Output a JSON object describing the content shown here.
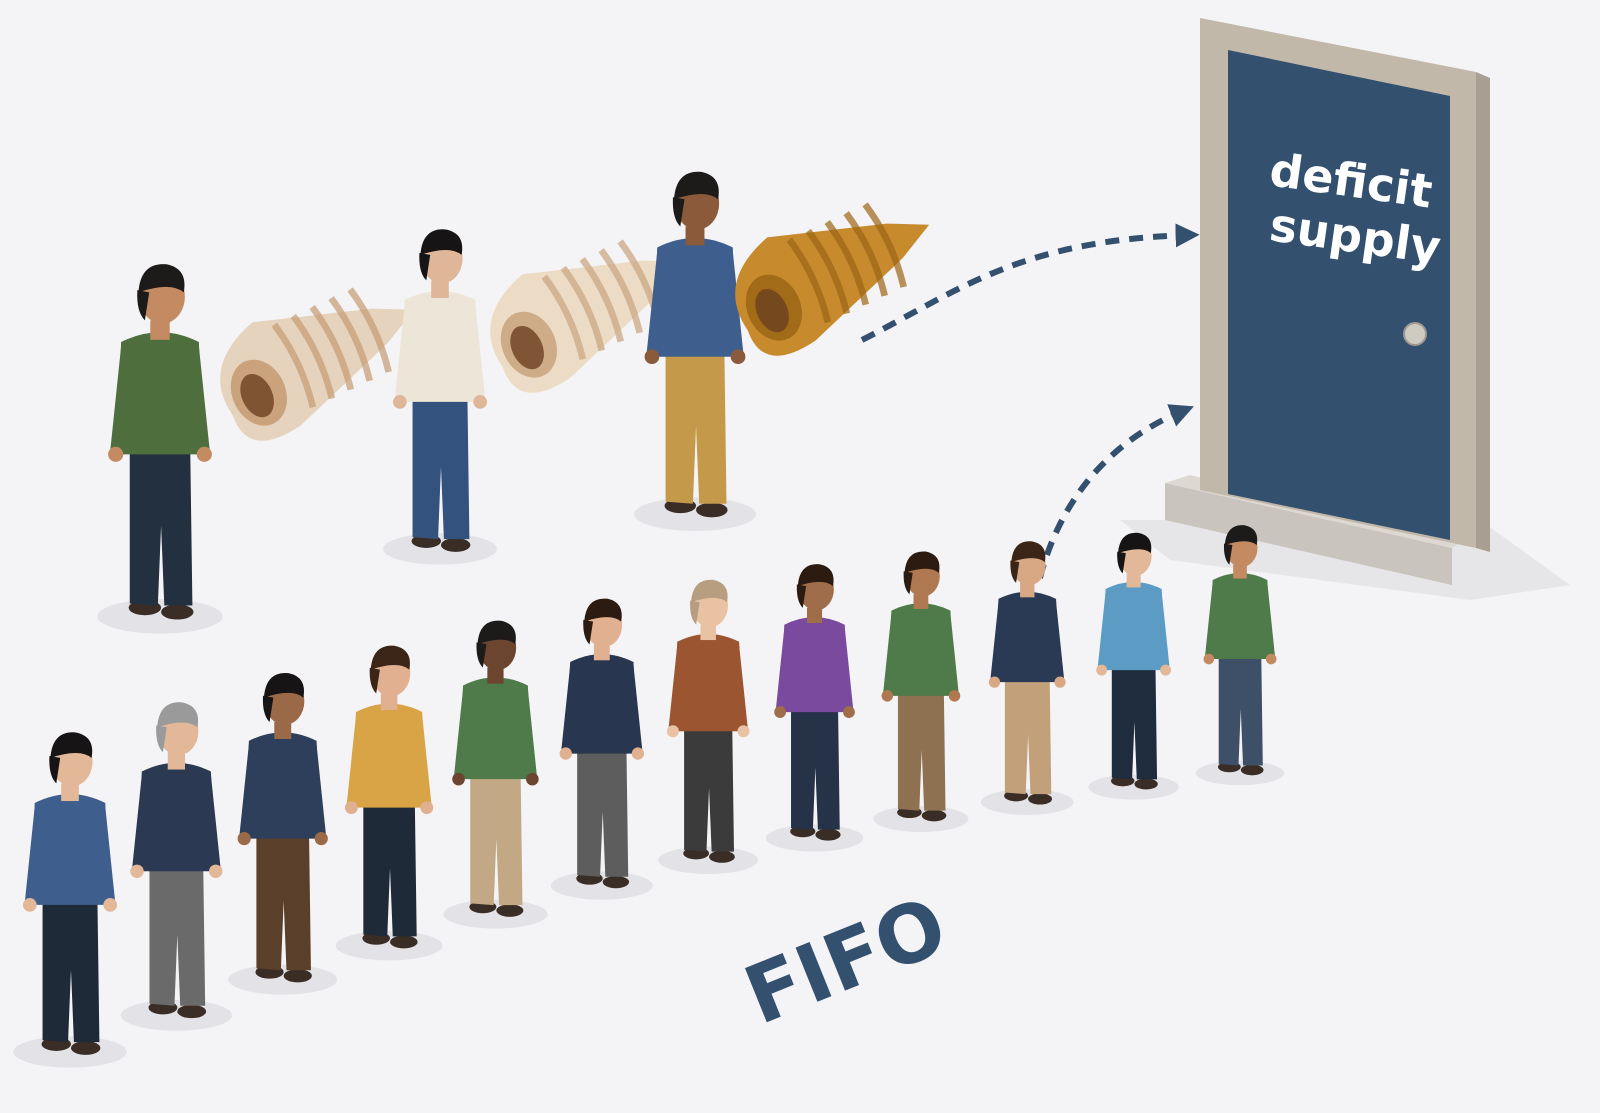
{
  "door": {
    "line1": "deficit",
    "line2": "supply",
    "panel_color": "#34506f",
    "frame_color": "#c2b8aa"
  },
  "label": {
    "text": "FIFO",
    "color": "#34506f"
  },
  "arrow_color": "#34506f",
  "shells": [
    {
      "color": "#e6d3bd",
      "stripe": "#c49a72",
      "holder_shirt": "#4e6e3e"
    },
    {
      "color": "#ecdcc6",
      "stripe": "#c9a37d",
      "holder_shirt": "#ece5d8"
    },
    {
      "color": "#c78a2c",
      "stripe": "#9b6515",
      "holder_shirt": "#3e5f8e"
    }
  ],
  "queue_people_count": 12
}
